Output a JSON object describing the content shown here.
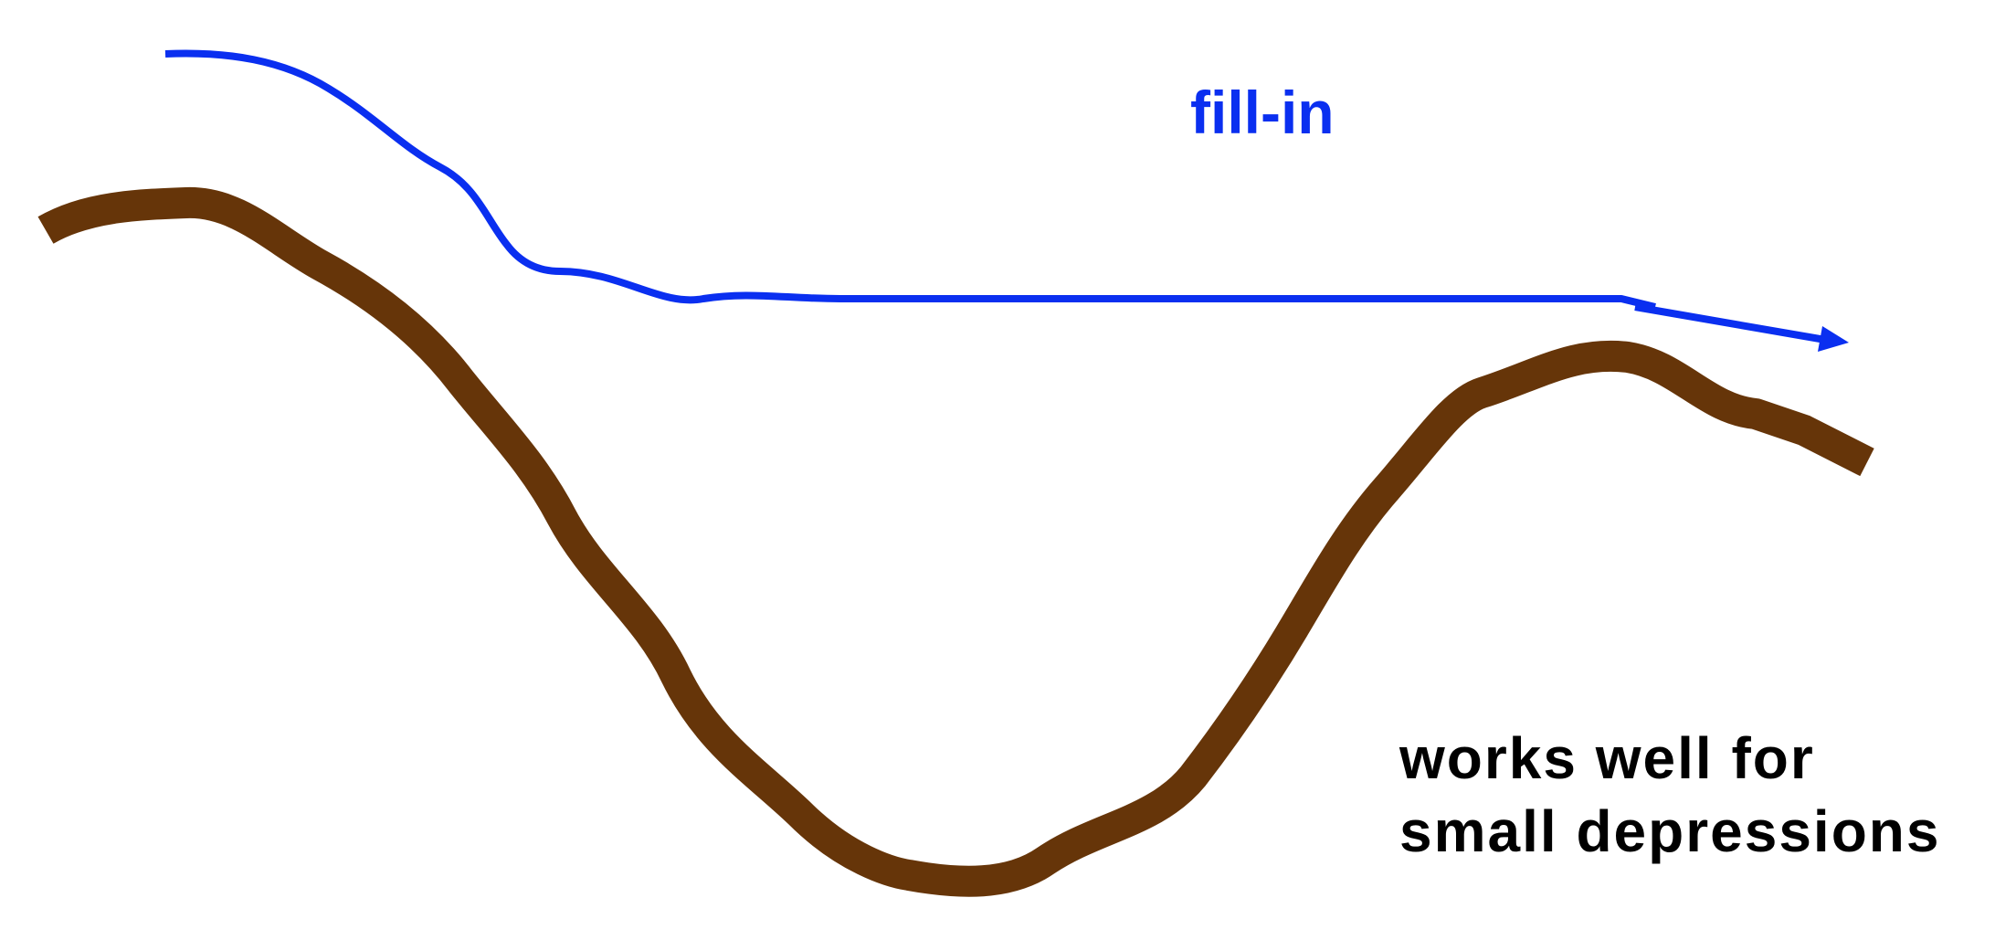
{
  "labels": {
    "fill_in": "fill-in",
    "note_line1": "works well for",
    "note_line2": "small depressions"
  },
  "colors": {
    "terrain": "#663509",
    "fill_line": "#0a2ff0",
    "note_text": "#000000",
    "background": "#ffffff"
  }
}
